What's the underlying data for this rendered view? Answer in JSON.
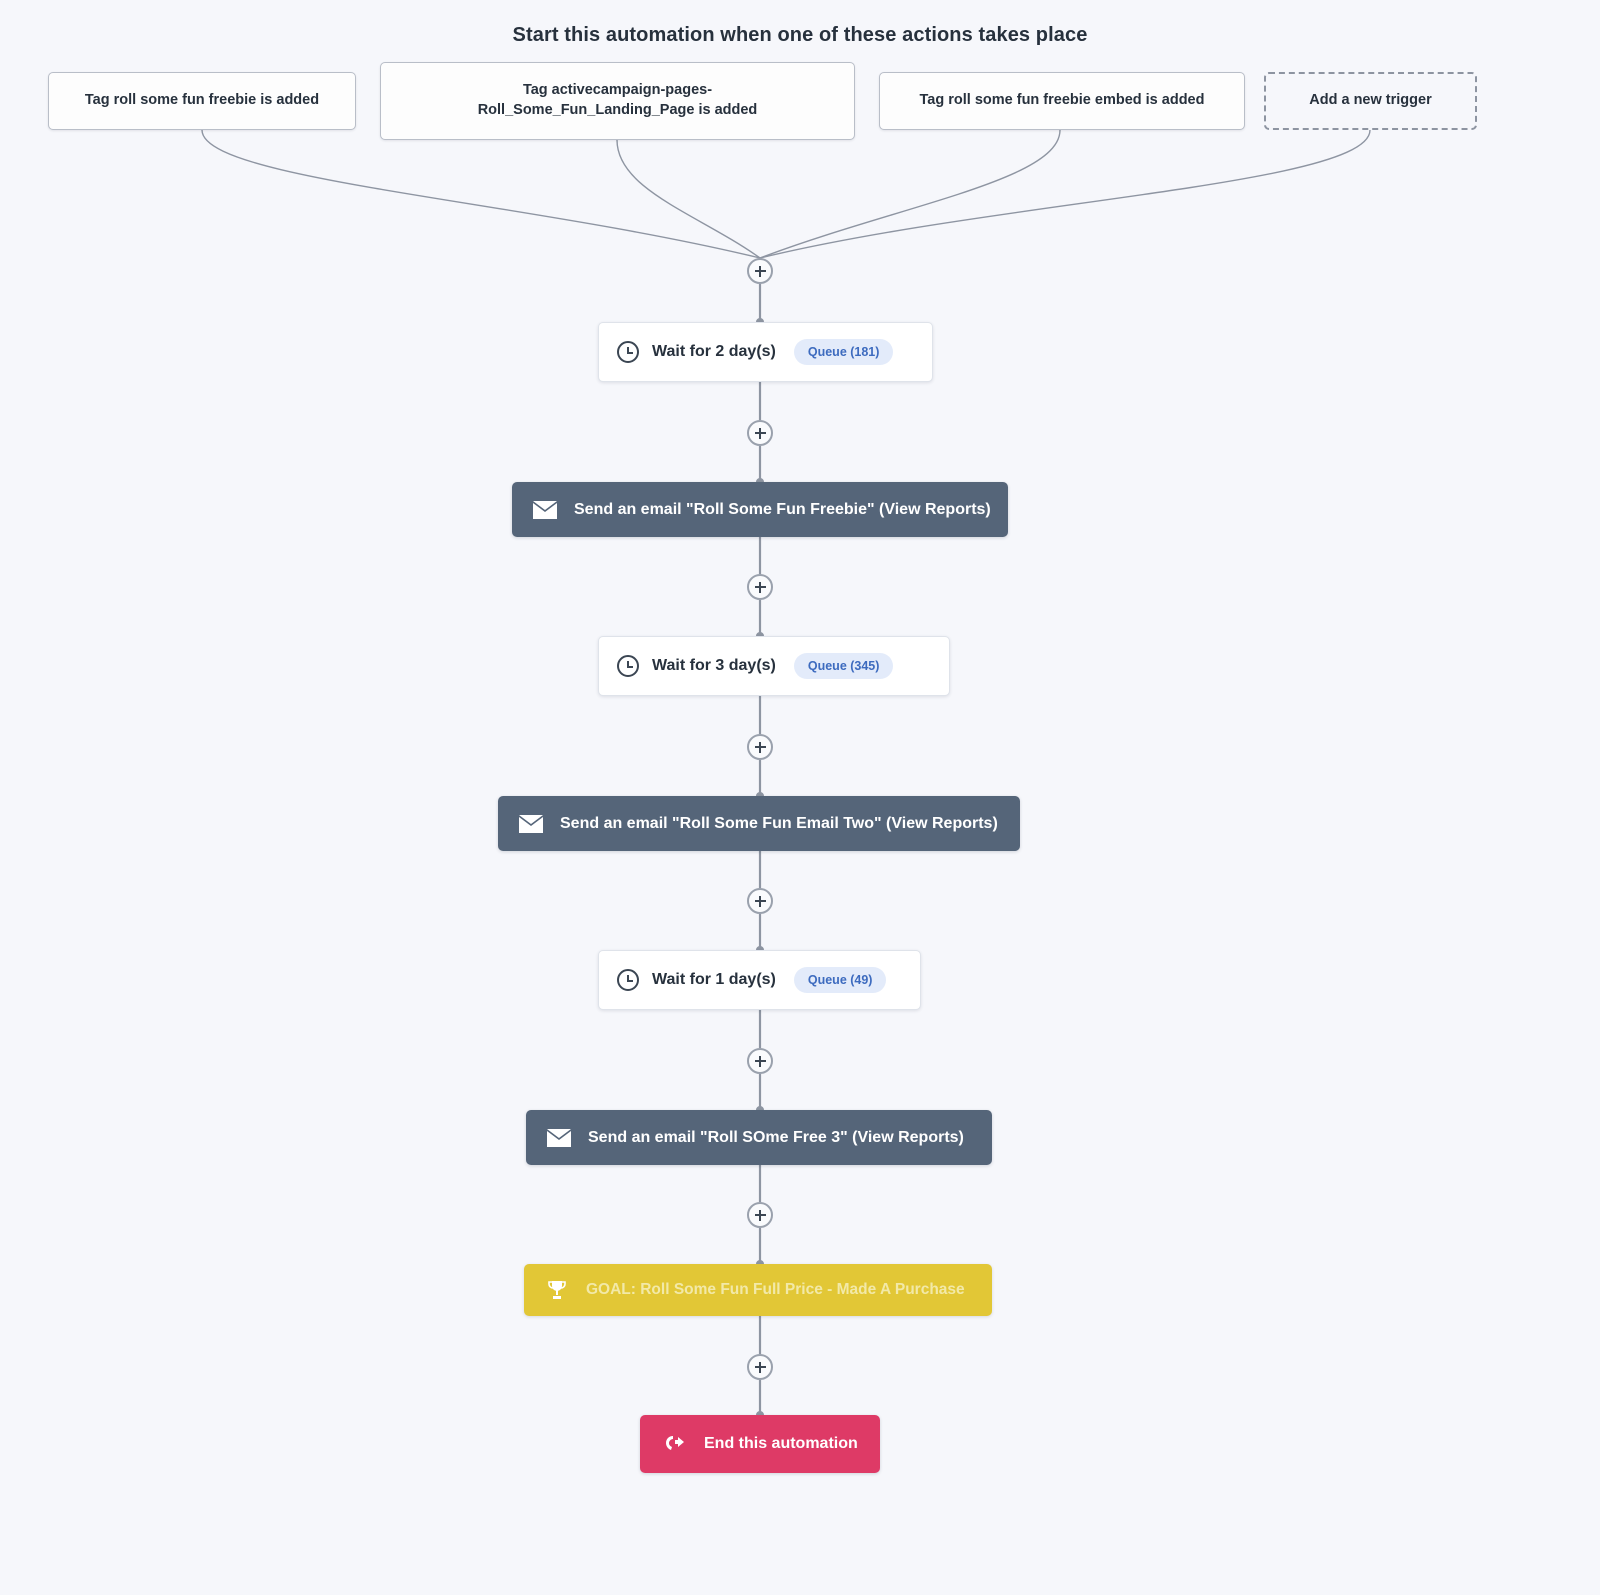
{
  "header": {
    "title": "Start this automation when one of these actions takes place"
  },
  "triggers": [
    {
      "label": "Tag roll some fun freebie is added",
      "style": "solid"
    },
    {
      "label": "Tag activecampaign-pages-Roll_Some_Fun_Landing_Page is added",
      "line1": "Tag activecampaign-pages-",
      "line2": "Roll_Some_Fun_Landing_Page is added",
      "style": "solid"
    },
    {
      "label": "Tag roll some fun freebie embed is added",
      "style": "solid"
    },
    {
      "label": "Add a new trigger",
      "style": "dashed"
    }
  ],
  "nodes": [
    {
      "type": "wait",
      "icon": "clock-icon",
      "label": "Wait for 2 day(s)",
      "queue": "Queue (181)"
    },
    {
      "type": "email",
      "icon": "envelope-icon",
      "label": "Send an email \"Roll Some Fun Freebie\" (View Reports)"
    },
    {
      "type": "wait",
      "icon": "clock-icon",
      "label": "Wait for 3 day(s)",
      "queue": "Queue (345)"
    },
    {
      "type": "email",
      "icon": "envelope-icon",
      "label": "Send an email \"Roll Some Fun Email Two\" (View Reports)"
    },
    {
      "type": "wait",
      "icon": "clock-icon",
      "label": "Wait for 1 day(s)",
      "queue": "Queue (49)"
    },
    {
      "type": "email",
      "icon": "envelope-icon",
      "label": "Send an email \"Roll SOme Free 3\" (View Reports)"
    },
    {
      "type": "goal",
      "icon": "trophy-icon",
      "label": "GOAL: Roll Some Fun Full Price - Made A Purchase"
    },
    {
      "type": "end",
      "icon": "end-automation-icon",
      "label": "End this automation"
    }
  ],
  "connectors": {
    "add_step_label": "+",
    "count": 8
  },
  "colors": {
    "canvas_background": "#f6f7fb",
    "email_node": "#556579",
    "goal_node": "#e2c736",
    "end_node": "#de3a66",
    "queue_badge_background": "#e3ebfa",
    "queue_badge_text": "#3d6bbf",
    "connector_line": "#8e95a2"
  }
}
